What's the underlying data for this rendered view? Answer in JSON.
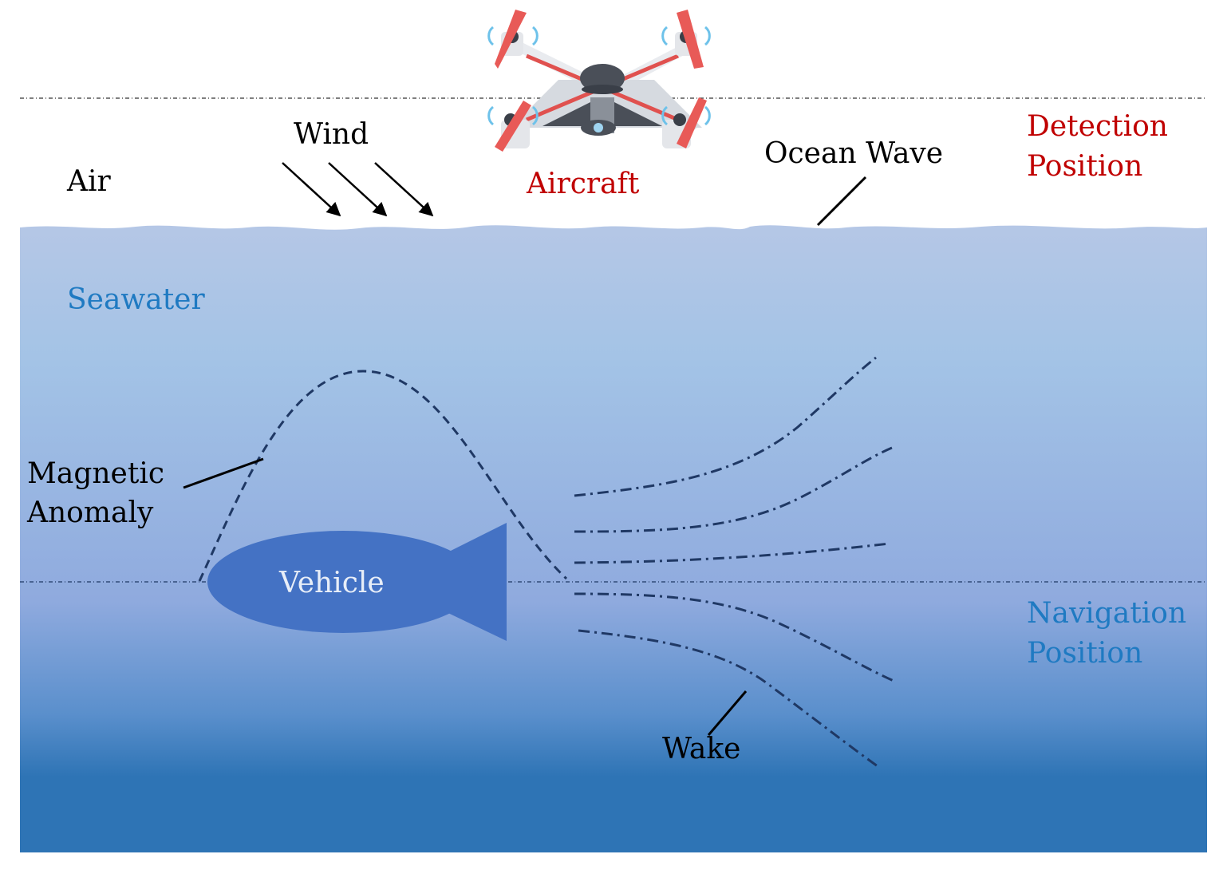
{
  "labels": {
    "air": "Air",
    "wind": "Wind",
    "aircraft": "Aircraft",
    "ocean_wave": "Ocean Wave",
    "detection_position": [
      "Detection",
      "Position"
    ],
    "seawater": "Seawater",
    "magnetic_anomaly": [
      "Magnetic",
      "Anomaly"
    ],
    "vehicle": "Vehicle",
    "navigation_position": [
      "Navigation",
      "Position"
    ],
    "wake": "Wake"
  },
  "colors": {
    "sea_top": "#b5c7e6",
    "sea_mid": "#8fb0dc",
    "sea_bottom": "#2e74b5",
    "vehicle": "#4472c4",
    "label_red": "#c00000",
    "label_blue": "#1f7ac2",
    "curve": "#1f3864"
  },
  "icons": [
    "drone-icon",
    "wind-arrow-icon",
    "vehicle-icon"
  ]
}
